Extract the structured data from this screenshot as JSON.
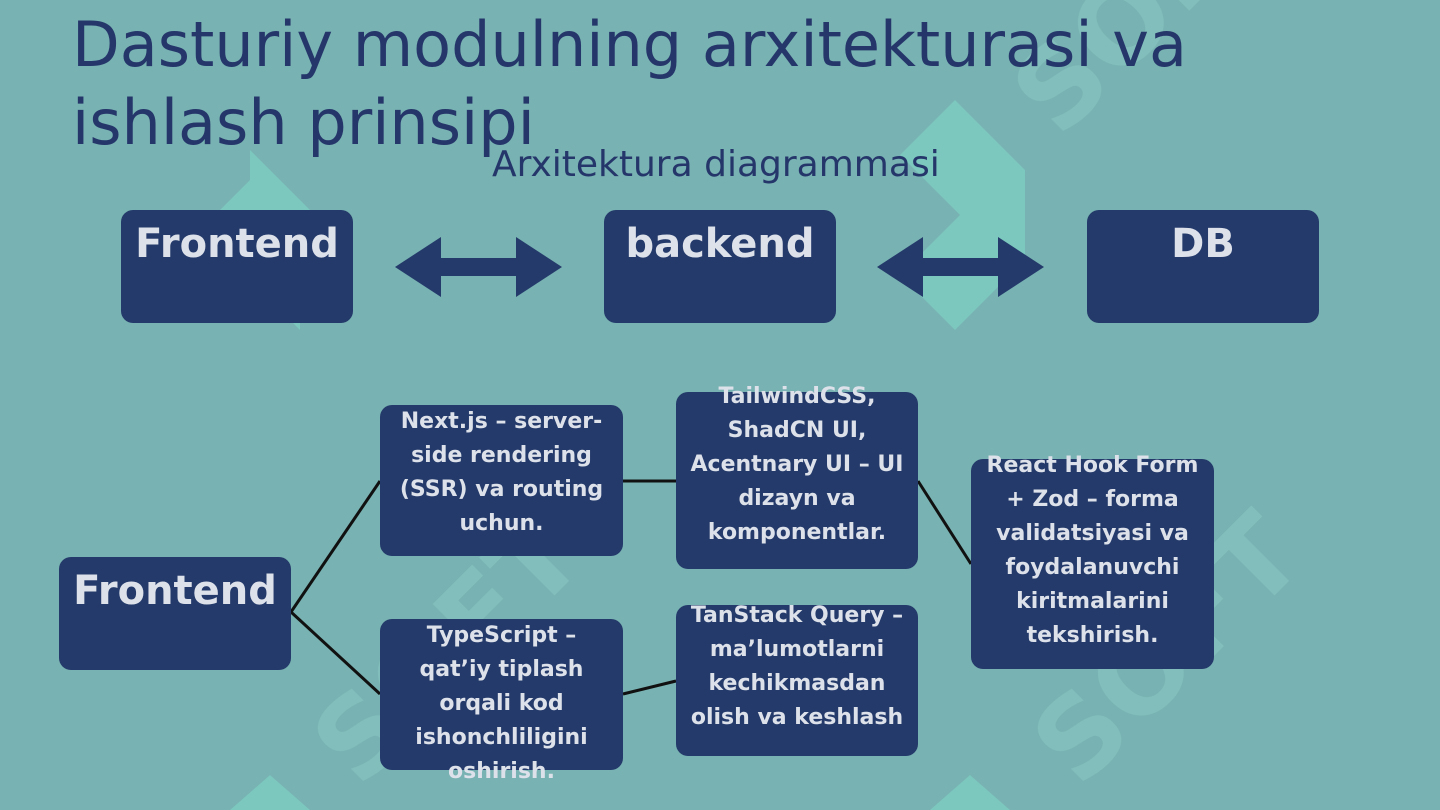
{
  "title": "Dasturiy modulning arxitekturasi va ishlash prinsipi",
  "subtitle": "Arxitektura diagrammasi",
  "top_nodes": {
    "frontend": "Frontend",
    "backend": "backend",
    "db": "DB"
  },
  "tree": {
    "root": "Frontend",
    "nextjs": "Next.js – server-side rendering (SSR) va routing uchun.",
    "typescript": "TypeScript – qat’iy tiplash orqali kod ishonchliligini oshirish.",
    "tailwind": "TailwindCSS, ShadCN UI, Acentnary UI – UI dizayn va komponentlar.",
    "tanstack": "TanStack Query – ma’lumotlarni kechikmasdan olish va keshlash",
    "reacthookform": "React Hook Form + Zod – forma validatsiyasi va foydalanuvchi kiritmalarini tekshirish."
  },
  "colors": {
    "background": "#78b2b2",
    "box": "#243a6a",
    "box_text": "#dde1ea",
    "title": "#25366a",
    "arrow": "#243a6a",
    "watermark": "#7fd8c8"
  },
  "watermark": {
    "text": "SOFT"
  }
}
